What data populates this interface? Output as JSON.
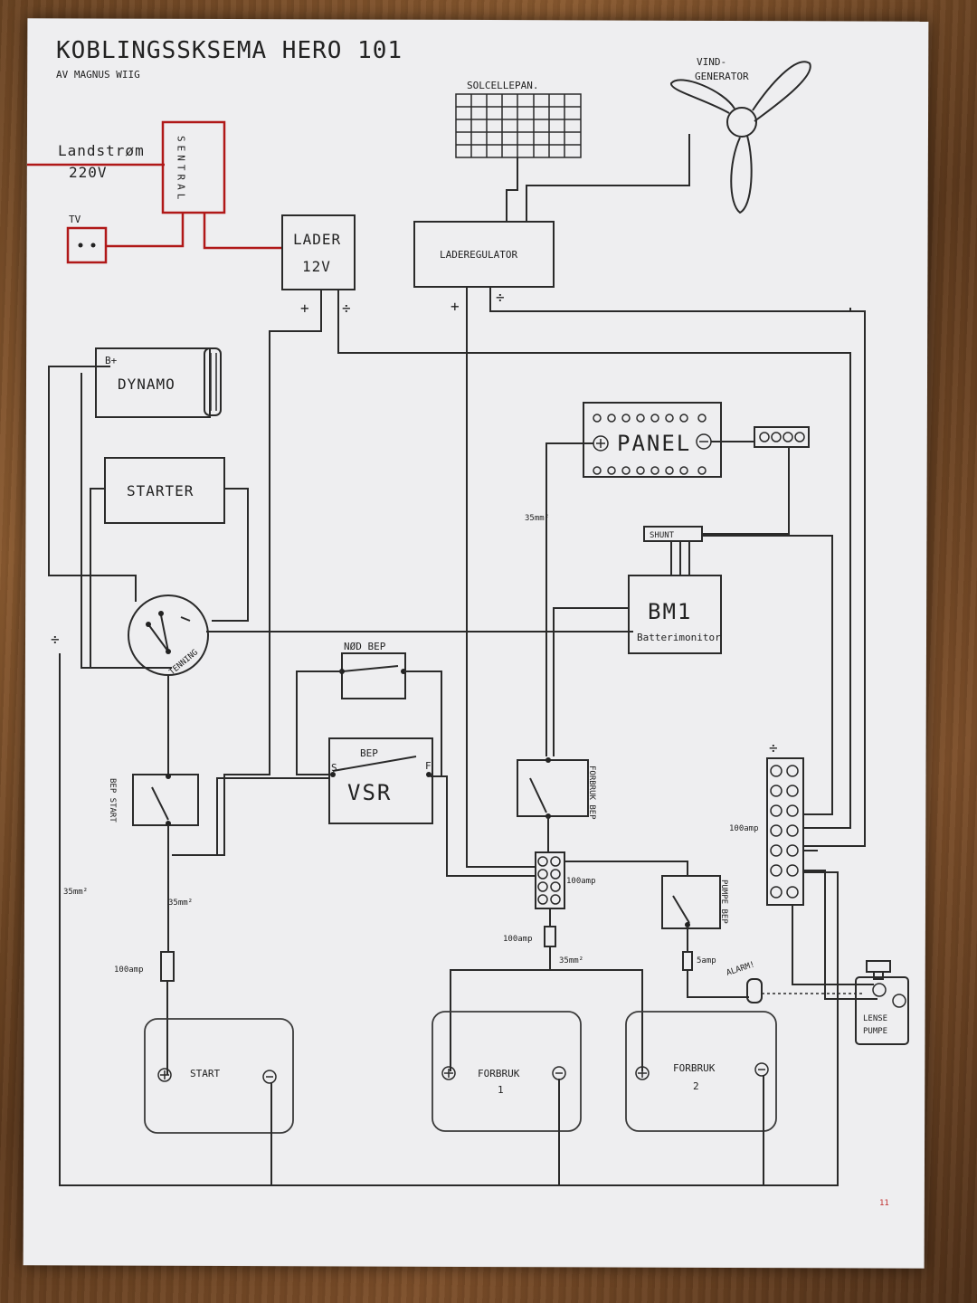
{
  "title": "KOBLINGSSKSEMA HERO 101",
  "author": "AV MAGNUS WIIG",
  "labels": {
    "landstrom": "Landstrøm",
    "v220": "220V",
    "sentral": "SENTRAL",
    "tv": "TV",
    "lader": "LADER",
    "v12": "12V",
    "solcelle": "SOLCELLEPAN.",
    "vind1": "VIND-",
    "vind2": "GENERATOR",
    "laderegulator": "LADEREGULATOR",
    "plus": "+",
    "minus": "÷",
    "b_plus": "B+",
    "dynamo": "DYNAMO",
    "starter": "STARTER",
    "tenning": "TENNING",
    "panel": "PANEL",
    "shunt": "SHUNT",
    "bm1": "BM1",
    "batterimonitor": "Batterimonitor",
    "nod_bep": "NØD BEP",
    "bep": "BEP",
    "vsr": "VSR",
    "s": "S",
    "f": "F",
    "bep_start": "BEP START",
    "forbruk_bep": "FORBRUK BEP",
    "pumpe_bep": "PUMPE BEP",
    "mm35_a": "35mm²",
    "mm35_b": "35mm²",
    "mm35_c": "35mm²",
    "mm35_d": "35mm²",
    "amp100_a": "100amp",
    "amp100_b": "100amp",
    "amp100_c": "100amp",
    "amp100_d": "100amp",
    "amp5": "5amp",
    "alarm": "ALARM!",
    "lense1": "LENSE",
    "lense2": "PUMPE",
    "batt_start": "START",
    "batt_f1": "FORBRUK",
    "batt_f1n": "1",
    "batt_f2": "FORBRUK",
    "batt_f2n": "2",
    "page_mark": "11"
  }
}
